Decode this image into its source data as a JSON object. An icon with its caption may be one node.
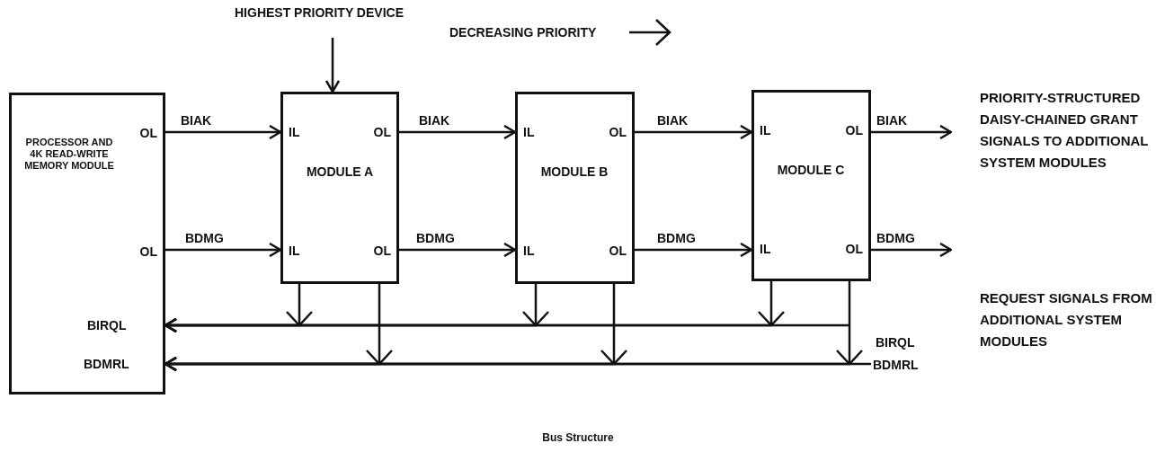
{
  "diagram": {
    "caption": "Bus Structure",
    "nodes": [
      {
        "text": [
          "OL",
          "PROCESSOR AND 4K READ-WRITE MEMORY MODULE",
          "OL"
        ]
      },
      {
        "text": [
          "IL",
          "OL",
          "MODULE A",
          "IL",
          "OL"
        ]
      },
      {
        "text": [
          "IL",
          "OL",
          "MODULE B",
          "IL",
          "OL"
        ]
      },
      {
        "text": [
          "IL",
          "OL",
          "MODULE C",
          "IL",
          "OL"
        ]
      },
      {
        "text": [
          "HIGHEST PRIORITY DEVICE"
        ]
      },
      {
        "text": [
          "BDMRL"
        ]
      }
    ],
    "edges": [
      {
        "from": 4,
        "to": 1,
        "arrow": "to"
      },
      {
        "from": 0,
        "to": 1,
        "arrow": "to",
        "label": "BIAK"
      },
      {
        "from": 0,
        "to": 1,
        "arrow": "to",
        "label": "BDMG"
      },
      {
        "from": 1,
        "to": 2,
        "arrow": "to",
        "label": "BIAK"
      },
      {
        "from": 1,
        "to": 2,
        "arrow": "to",
        "label": "BDMG"
      },
      {
        "from": 2,
        "to": 3,
        "arrow": "to",
        "label": "BIAK"
      },
      {
        "from": 2,
        "to": 3,
        "arrow": "to",
        "label": "BDMG"
      },
      {
        "from": 3,
        "to": null,
        "arrow": "to",
        "label": "BIAK"
      },
      {
        "from": 3,
        "to": null,
        "arrow": "to",
        "label": "BDMG"
      },
      {
        "from": 1,
        "to": 0,
        "arrow": "to"
      },
      {
        "from": 1,
        "to": 0,
        "arrow": "to"
      },
      {
        "from": 2,
        "to": 0,
        "arrow": "to"
      },
      {
        "from": 2,
        "to": 0,
        "arrow": "to"
      },
      {
        "from": 3,
        "to": 0,
        "arrow": "to"
      },
      {
        "from": 3,
        "to": 0,
        "arrow": "to"
      },
      {
        "from": null,
        "to": 0,
        "arrow": "to",
        "label": "BIRQL"
      },
      {
        "from": 5,
        "to": 0,
        "arrow": "to",
        "label": "BDMRL"
      }
    ],
    "labels": [
      "DECREASING PRIORITY",
      "PRIORITY-STRUCTURED DAISY-CHAINED GRANT SIGNALS TO ADDITIONAL SYSTEM MODULES",
      "BIRQL",
      "REQUEST SIGNALS FROM ADDITIONAL SYSTEM MODULES"
    ]
  }
}
